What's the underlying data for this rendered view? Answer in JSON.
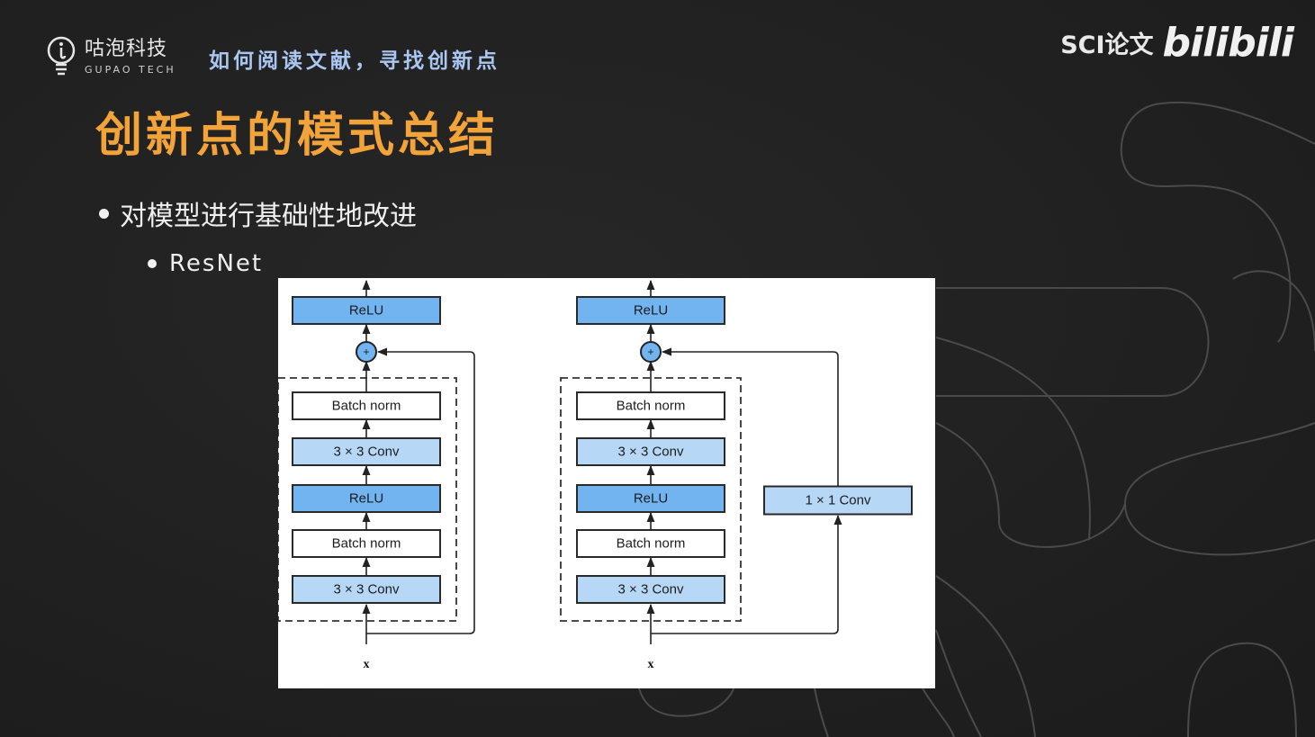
{
  "header": {
    "brand_name_cn": "咕泡科技",
    "brand_name_en": "GUPAO TECH",
    "brand_icon": "lightbulb-icon",
    "course_title": "如何阅读文献，寻找创新点",
    "watermark_text": "SCI论文",
    "watermark_logo": "bilibili"
  },
  "slide": {
    "title": "创新点的模式总结",
    "bullets": [
      {
        "level": 1,
        "text": "对模型进行基础性地改进"
      },
      {
        "level": 2,
        "text": "ResNet"
      }
    ]
  },
  "colors": {
    "title_orange": "#f2a33a",
    "course_blue": "#a9c7f2",
    "relu_fill": "#72b4f0",
    "conv_fill": "#b7d7f6",
    "bn_fill": "#ffffff"
  },
  "figure": {
    "diagrams": [
      {
        "name": "residual-block-identity",
        "input_label": "x",
        "add_symbol": "+",
        "output_block": {
          "label": "ReLU",
          "type": "relu"
        },
        "blocks_bottom_to_top": [
          {
            "label": "3 × 3 Conv",
            "type": "conv"
          },
          {
            "label": "Batch norm",
            "type": "bn"
          },
          {
            "label": "ReLU",
            "type": "relu"
          },
          {
            "label": "3 × 3 Conv",
            "type": "conv"
          },
          {
            "label": "Batch norm",
            "type": "bn"
          }
        ],
        "shortcut": null
      },
      {
        "name": "residual-block-1x1-conv",
        "input_label": "x",
        "add_symbol": "+",
        "output_block": {
          "label": "ReLU",
          "type": "relu"
        },
        "blocks_bottom_to_top": [
          {
            "label": "3 × 3 Conv",
            "type": "conv"
          },
          {
            "label": "Batch norm",
            "type": "bn"
          },
          {
            "label": "ReLU",
            "type": "relu"
          },
          {
            "label": "3 × 3 Conv",
            "type": "conv"
          },
          {
            "label": "Batch norm",
            "type": "bn"
          }
        ],
        "shortcut": {
          "label": "1 × 1 Conv",
          "type": "conv"
        }
      }
    ]
  }
}
